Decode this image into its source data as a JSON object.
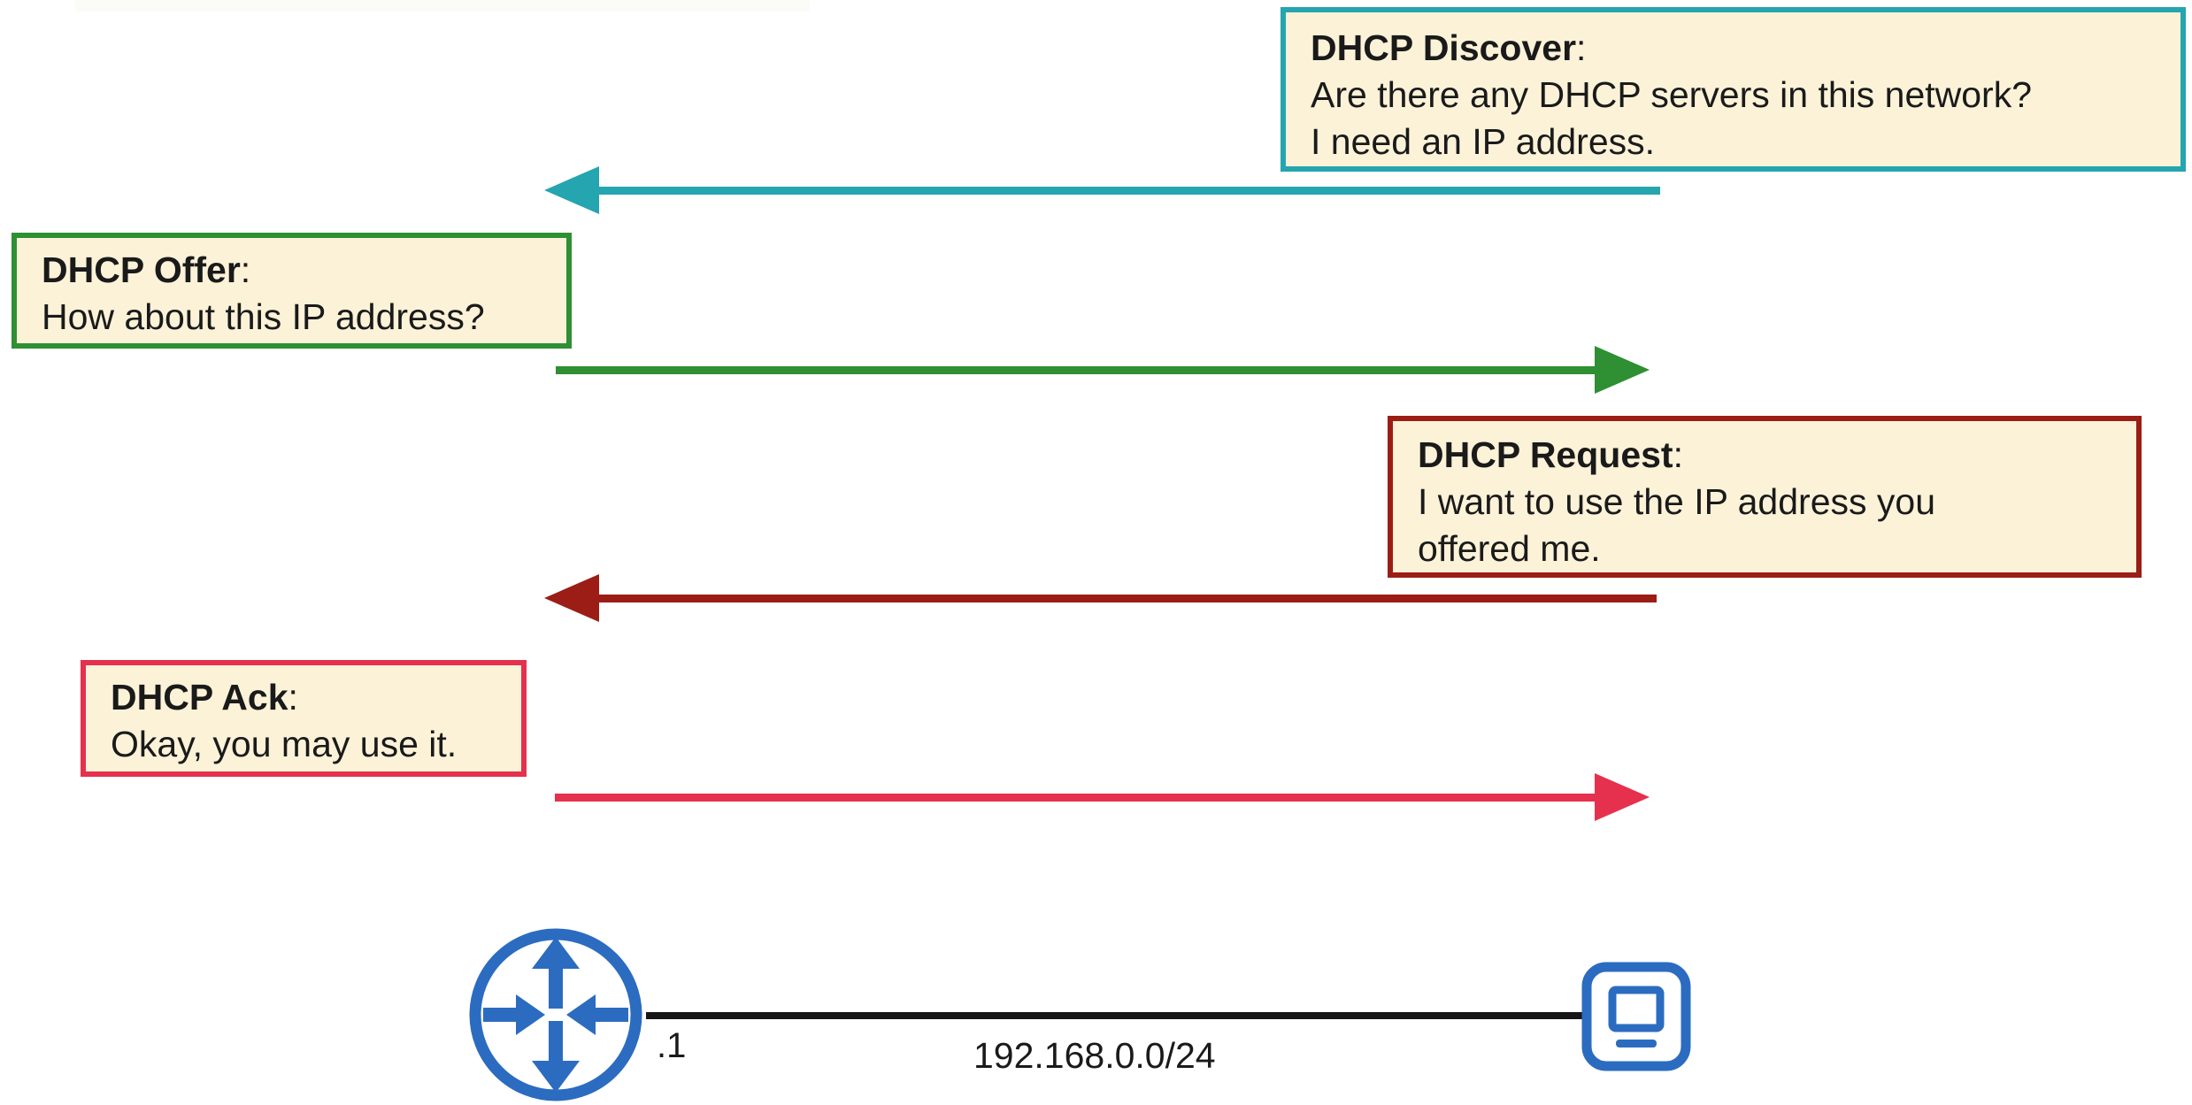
{
  "messages": [
    {
      "key": "discover",
      "title": "DHCP Discover",
      "lines": [
        "Are there any DHCP servers in this network?",
        "I need an IP address."
      ],
      "color": "#25a5af",
      "direction": "client-to-server"
    },
    {
      "key": "offer",
      "title": "DHCP Offer",
      "lines": [
        "How about this IP address?"
      ],
      "color": "#2e8f33",
      "direction": "server-to-client"
    },
    {
      "key": "request",
      "title": "DHCP Request",
      "lines": [
        "I want to use the IP address you",
        "offered me."
      ],
      "color": "#9b1d15",
      "direction": "client-to-server"
    },
    {
      "key": "ack",
      "title": "DHCP Ack",
      "lines": [
        "Okay, you may use it."
      ],
      "color": "#e5314d",
      "direction": "server-to-client"
    }
  ],
  "ui": {
    "colon": ":"
  },
  "network": {
    "router_interface_label": ".1",
    "subnet_label": "192.168.0.0/24",
    "router_icon": "router-icon",
    "computer_icon": "computer-icon",
    "device_color": "#2b6cc0",
    "link_color": "#161616"
  },
  "colors": {
    "box_fill": "#fbf2d8",
    "text": "#1a1a1a",
    "background": "#ffffff"
  }
}
